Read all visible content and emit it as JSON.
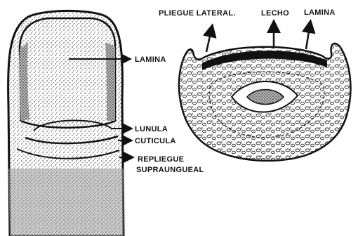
{
  "labels": {
    "lamina_left": "LAMINA",
    "lunula": "LUNULA",
    "cuticula": "CUTICULA",
    "repliegue_line1": "REPLIEGUE",
    "repliegue_line2": "SUPRAUNGUEAL",
    "pliegue_lateral": "PLIEGUE LATERAL.",
    "lecho": "LECHO",
    "lamina_right": "LAMINA"
  },
  "colors": {
    "ink": "#111111",
    "paper": "#ffffff",
    "shade": "#555555"
  }
}
